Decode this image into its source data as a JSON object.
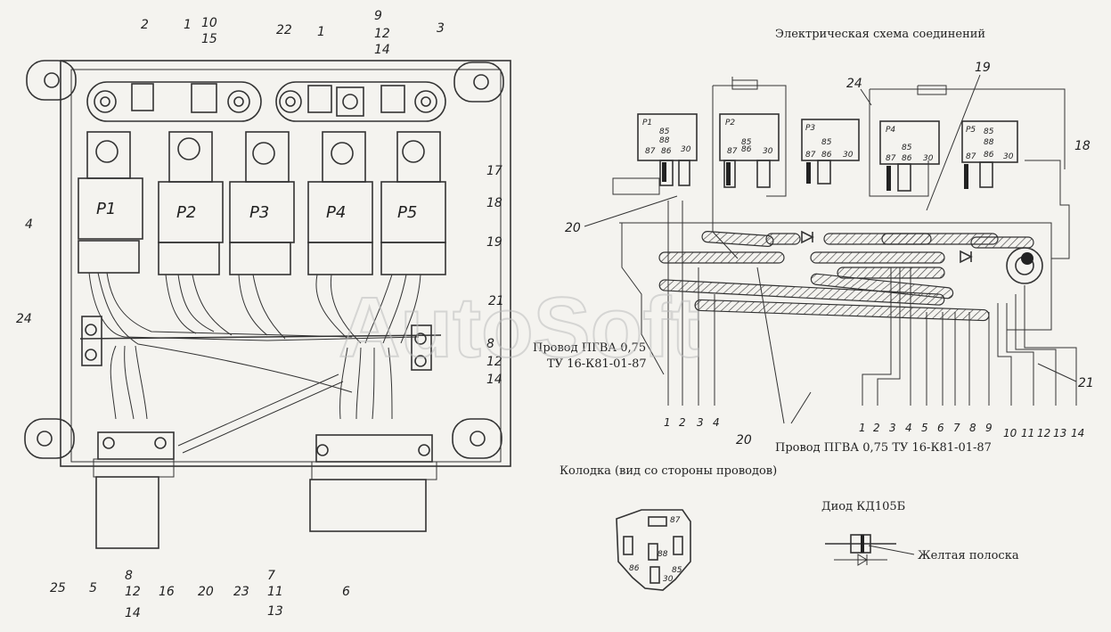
{
  "title": "Электрическая схема соединений",
  "relays": [
    "P1",
    "P2",
    "P3",
    "P4",
    "P5"
  ],
  "relay_pins": {
    "p85": "85",
    "p88": "88",
    "p86": "86",
    "p87": "87",
    "p30": "30"
  },
  "wire_label_left_1": "Провод ПГВА 0,75",
  "wire_label_left_2": "ТУ 16-К81-01-87",
  "wire_label_right": "Провод ПГВА 0,75 ТУ 16-К81-01-87",
  "connector_title": "Колодка (вид со стороны проводов)",
  "connector_pins": {
    "p87": "87",
    "p88": "88",
    "p86": "86",
    "p85": "85",
    "p30": "30"
  },
  "diode_title": "Диод КД105Б",
  "diode_note": "Желтая полоска",
  "watermark": "AutoSoft",
  "callouts_assembly": [
    "2",
    "1",
    "10",
    "15",
    "22",
    "1",
    "9",
    "12",
    "14",
    "3",
    "17",
    "18",
    "4",
    "19",
    "24",
    "21",
    "8",
    "12",
    "14",
    "25",
    "5",
    "8",
    "12",
    "14",
    "16",
    "20",
    "23",
    "7",
    "11",
    "13",
    "6"
  ],
  "callouts_schema": [
    "19",
    "24",
    "18",
    "20",
    "21",
    "20"
  ],
  "terminals_left": [
    "1",
    "2",
    "3",
    "4"
  ],
  "terminals_right": [
    "1",
    "2",
    "3",
    "4",
    "5",
    "6",
    "7",
    "8",
    "9",
    "10",
    "11",
    "12",
    "13",
    "14"
  ]
}
